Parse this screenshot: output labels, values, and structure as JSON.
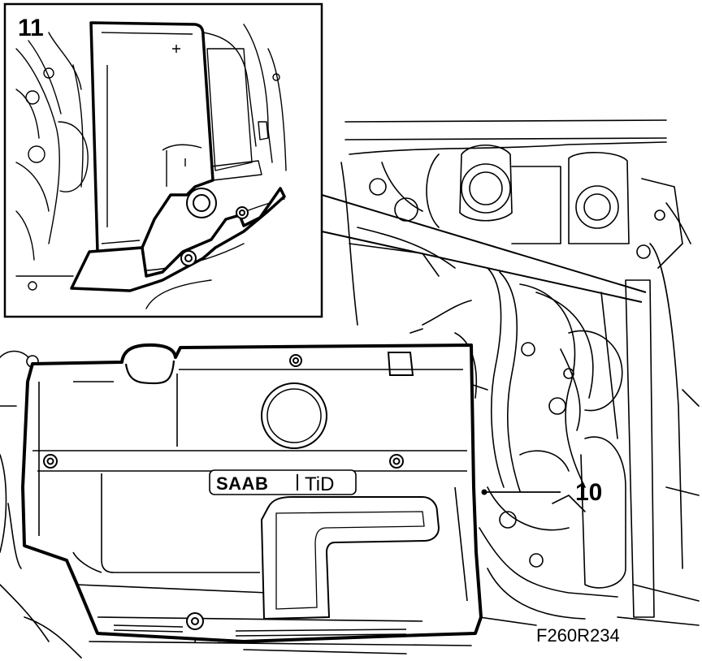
{
  "figure": {
    "callouts": {
      "inset_label": "11",
      "main_label": "10"
    },
    "figure_code": "F260R234",
    "engine_cover_logo": {
      "brand": "SAAB",
      "model": "TiD"
    },
    "colors": {
      "ink": "#000000",
      "paper": "#ffffff"
    }
  }
}
